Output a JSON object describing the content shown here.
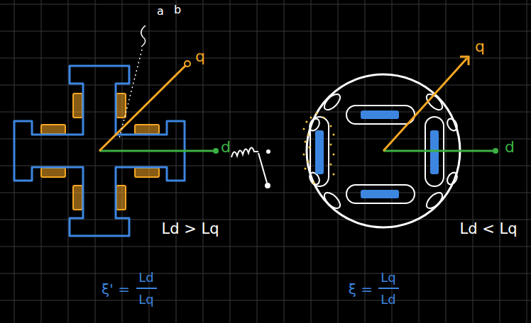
{
  "diagram": {
    "labels": [
      "a",
      "b",
      "q",
      "d",
      "Ld > Lq",
      "ξ' =",
      "Ld",
      "Lq",
      "q",
      "d",
      "Ld < Lq",
      "ξ =",
      "Lq",
      "Ld"
    ]
  }
}
